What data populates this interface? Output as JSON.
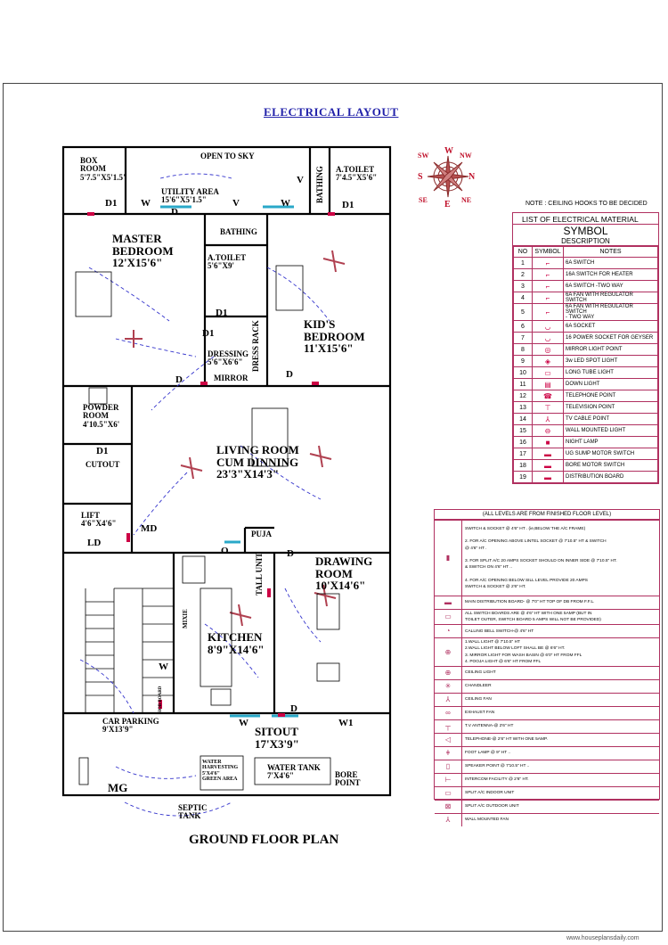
{
  "title": "ELECTRICAL LAYOUT",
  "ceiling_note": "NOTE : CEILING HOOKS TO BE DECIDED",
  "footer_title": "GROUND FLOOR PLAN",
  "watermark": "www.houseplansdaily.com",
  "compass": {
    "n": "N",
    "s": "S",
    "e": "E",
    "w": "W",
    "ne": "NE",
    "nw": "NW",
    "se": "SE",
    "sw": "SW"
  },
  "rooms": {
    "box_room": "BOX\nROOM\n5'7.5\"X5'1.5\"",
    "open_to_sky": "OPEN TO SKY",
    "utility": "UTILITY AREA\n15'6\"X5'1.5\"",
    "bathing_top": "BATHING",
    "a_toilet_top": "A.TOILET\n7'4.5\"X5'6\"",
    "master": "MASTER\nBEDROOM\n12'X15'6\"",
    "bathing_mid": "BATHING",
    "a_toilet_mid": "A.TOILET\n5'6\"X9'",
    "kids": "KID'S\nBEDROOM\n11'X15'6\"",
    "dressing": "DRESSING\n5'6\"X6'6\"",
    "dress_rack": "DRESS RACK",
    "mirror": "MIRROR",
    "powder": "POWDER\nROOM\n4'10.5\"X6'",
    "cutout": "CUTOUT",
    "living": "LIVING ROOM\nCUM DINNING\n23'3\"X14'3\"",
    "lift": "LIFT\n4'6\"X4'6\"",
    "ld": "LD",
    "md": "MD",
    "puja": "PUJA",
    "tall_unit": "TALL UNIT",
    "drawing": "DRAWING\nROOM\n10'X14'6\"",
    "kitchen": "KITCHEN\n8'9\"X14'6\"",
    "mixie": "MIXIE",
    "hob": "HOB BOARD",
    "car_parking": "CAR PARKING\n9'X13'9\"",
    "sitout": "SITOUT\n17'X3'9\"",
    "water_harvesting": "WATER\nHARVESTING\n5'X4'6\"\nGREEN AREA",
    "water_tank": "WATER TANK\n7'X4'6\"",
    "bore_point": "BORE\nPOINT",
    "mg": "MG",
    "septic": "SEPTIC\nTANK"
  },
  "door_tags": {
    "d1": "D1",
    "w": "W",
    "v": "V",
    "d": "D",
    "o": "O",
    "w1": "W1"
  },
  "material_list": {
    "heading": "LIST OF ELECTRICAL MATERIAL",
    "symbol_title": "SYMBOL",
    "description_title": "DESCRIPTION",
    "columns": [
      "NO",
      "SYMBOL",
      "NOTES"
    ],
    "items": [
      {
        "no": "1",
        "note": "6A SWITCH"
      },
      {
        "no": "2",
        "note": "16A SWITCH FOR HEATER"
      },
      {
        "no": "3",
        "note": "6A SWITCH -TWO WAY"
      },
      {
        "no": "4",
        "note": "6A FAN WITH REGULATOR SWITCH"
      },
      {
        "no": "5",
        "note": "6A FAN WITH REGULATOR SWITCH\n- TWO WAY"
      },
      {
        "no": "6",
        "note": "6A SOCKET"
      },
      {
        "no": "7",
        "note": "16 POWER SOCKET FOR GEYSER"
      },
      {
        "no": "8",
        "note": "MIRROR LIGHT POINT"
      },
      {
        "no": "9",
        "note": "3w LED SPOT LIGHT"
      },
      {
        "no": "10",
        "note": "LONG TUBE LIGHT"
      },
      {
        "no": "11",
        "note": "DOWN LIGHT"
      },
      {
        "no": "12",
        "note": "TELEPHONE POINT"
      },
      {
        "no": "13",
        "note": "TELEVISION POINT"
      },
      {
        "no": "14",
        "note": "TV CABLE POINT"
      },
      {
        "no": "15",
        "note": "WALL MOUNTED LIGHT"
      },
      {
        "no": "16",
        "note": "NIGHT LAMP"
      },
      {
        "no": "17",
        "note": "UG SUMP MOTOR SWITCH"
      },
      {
        "no": "18",
        "note": "BORE MOTOR SWITCH"
      },
      {
        "no": "19",
        "note": "DISTRIBUTION BOARD"
      }
    ]
  },
  "levels": {
    "heading": "(ALL LEVELS ARE FROM FINISHED FLOOR LEVEL)",
    "rows": [
      {
        "symbol": "▮",
        "text": "SWITCH & SOCKET @ 4'6\" HT . (ie,BELOW THE A/C FRAME)\n\n2. FOR A/C OPENING ABOVE LINTEL SOCKET @ 7'10.5\" HT & SWITCH\n@ 4'6\" HT .\n\n3. FOR SPLIT A/C 20 AMPS SOCKET SHOULD ON INNER SIDE @ 7'10.5\" HT.\n& SWITCH ON 4'6\" HT ..\n\n4. FOR A/C OPENING BELOW SILL LEVEL PROVIDE 20 AMPS\nSWITCH & SOCKET @ 2'6\" HT."
      },
      {
        "symbol": "▬",
        "text": "MAIN DISTRIBUTION BOARD- @ 7'0\" HT TOP OF DB FROM F.F.L."
      },
      {
        "symbol": "▭",
        "text": "ALL SWITCH BOARDS ARE @ 4'6\" HT WITH ONE 5AMP (BUT IN\nTOILET OUTER, SWITCH BOARD 5 AMPS WILL NOT BE PROVIDED)"
      },
      {
        "symbol": "◔",
        "text": "CALLING BELL SWITCH-@ 4'6\" HT"
      },
      {
        "symbol": "⊕",
        "text": "1.WALL LIGHT @ 7'10.5\" HT\n2.WALL LIGHT BELOW LOFT SHALL BE @ 6'6\" HT.\n3. MIRROR LIGHT FOR WASH BASIN @ 6'0\" HT FROM FFL\n4. POOJA LIGHT @ 6'6\" HT FROM FFL"
      },
      {
        "symbol": "⊕",
        "text": "CEILING LIGHT"
      },
      {
        "symbol": "✳",
        "text": "CHANDLEER"
      },
      {
        "symbol": "⅄",
        "text": "CEILING FAN"
      },
      {
        "symbol": "∞",
        "text": "EXHAUST FAN"
      },
      {
        "symbol": "┬",
        "text": "T.V ANTENNA-@ 2'6\" HT"
      },
      {
        "symbol": "◁",
        "text": "TELEPHONE-@ 2'6\" HT WITH ONE 5AMP."
      },
      {
        "symbol": "ǂ",
        "text": "FOOT LAMP @ 9\" HT .."
      },
      {
        "symbol": "▯",
        "text": "SPEAKER POINT @ 7'10.5\" HT .."
      },
      {
        "symbol": "⊢",
        "text": "INTERCOM FACILITY @ 2'6\" HT."
      },
      {
        "symbol": "▭",
        "text": "SPLIT A/C INDOOR UNIT"
      },
      {
        "symbol": "⊠",
        "text": "SPLIT A/C OUTDOOR UNIT"
      },
      {
        "symbol": "⅄",
        "text": "WALL MOUNTED FAN"
      }
    ]
  },
  "colors": {
    "wall": "#000000",
    "wire": "#3333cc",
    "accent": "#cc0044",
    "fan": "#b04050",
    "window": "#2aa8c8",
    "table_border": "#b03060",
    "title": "#2222aa"
  }
}
